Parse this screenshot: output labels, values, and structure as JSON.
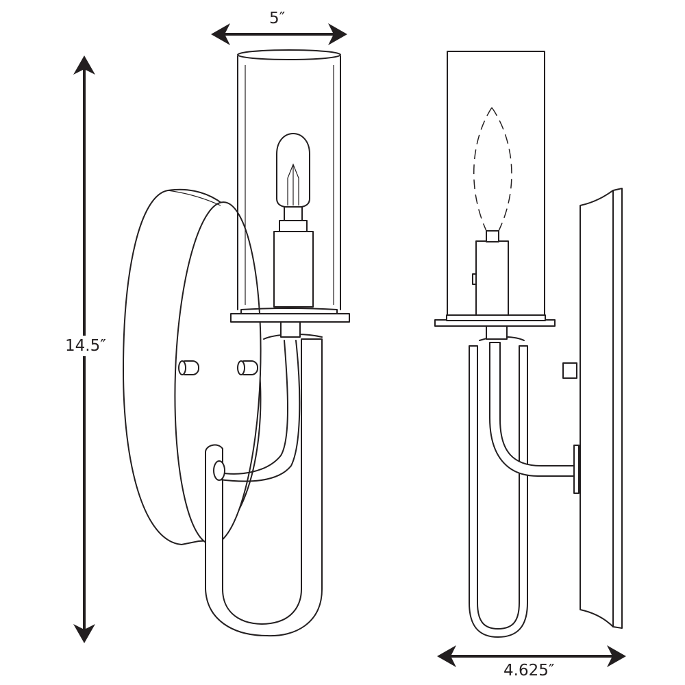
{
  "dimensions": {
    "width_front": "5″",
    "height": "14.5″",
    "depth": "4.625″"
  },
  "colors": {
    "line": "#231f20",
    "background": "#ffffff"
  }
}
